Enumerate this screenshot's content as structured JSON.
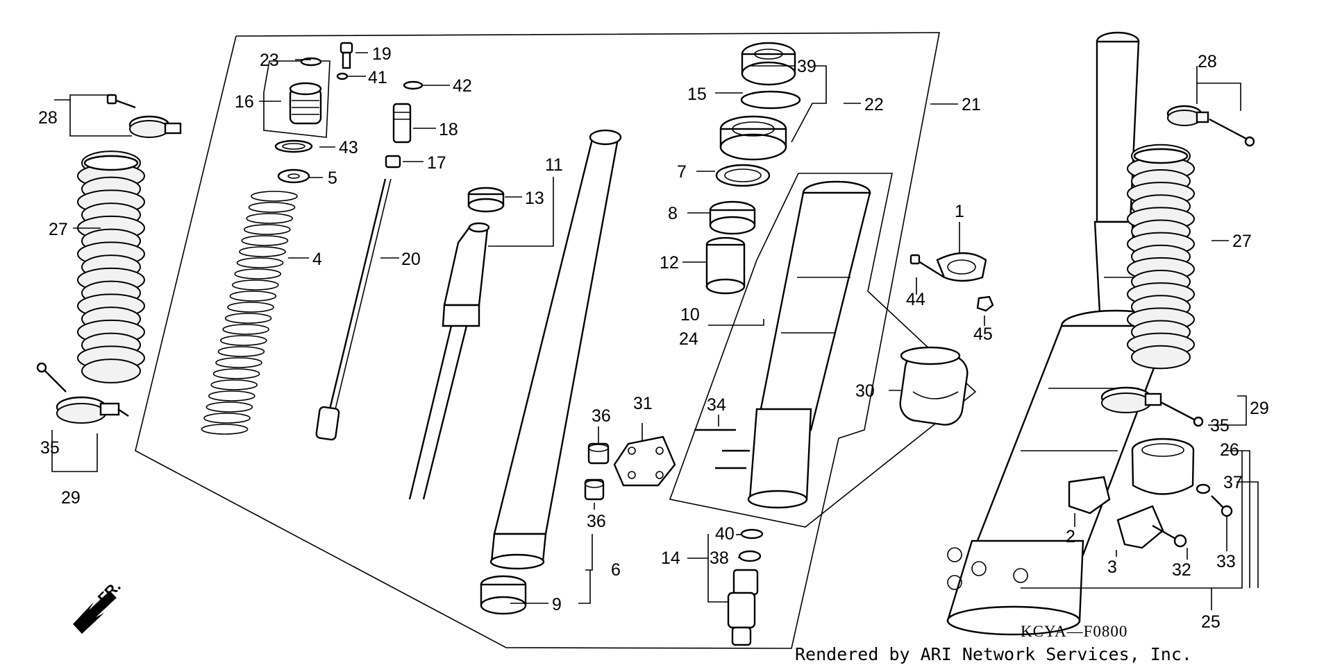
{
  "diagram": {
    "title": "Front Fork Parts Diagram",
    "code": "KCYA—F0800",
    "credit": "Rendered by ARI Network Services, Inc.",
    "direction_label": "FR.",
    "callouts": {
      "c1": "1",
      "c2": "2",
      "c3": "3",
      "c4": "4",
      "c5": "5",
      "c6": "6",
      "c7": "7",
      "c8": "8",
      "c9": "9",
      "c10": "10",
      "c11": "11",
      "c12": "12",
      "c13": "13",
      "c14": "14",
      "c15": "15",
      "c16": "16",
      "c17": "17",
      "c18": "18",
      "c19": "19",
      "c20": "20",
      "c21": "21",
      "c22": "22",
      "c23": "23",
      "c24": "24",
      "c25": "25",
      "c26": "26",
      "c27a": "27",
      "c27b": "27",
      "c28a": "28",
      "c28b": "28",
      "c29a": "29",
      "c29b": "29",
      "c30": "30",
      "c31": "31",
      "c32": "32",
      "c33": "33",
      "c34": "34",
      "c35a": "35",
      "c35b": "35",
      "c36a": "36",
      "c36b": "36",
      "c37": "37",
      "c38": "38",
      "c39": "39",
      "c40": "40",
      "c41": "41",
      "c42": "42",
      "c43": "43",
      "c44": "44",
      "c45": "45"
    }
  }
}
